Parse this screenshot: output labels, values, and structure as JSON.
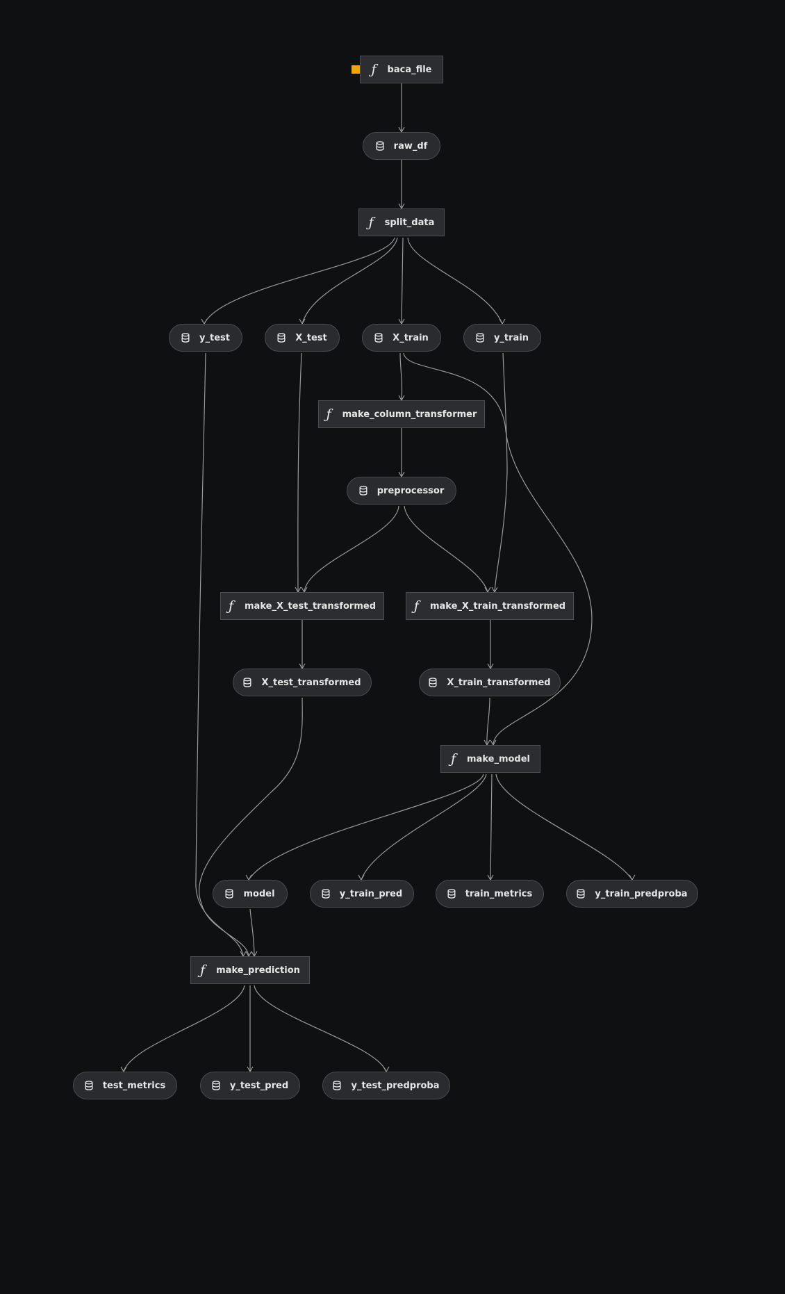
{
  "icons": {
    "function": "function-icon",
    "dataset": "database-icon"
  },
  "colors": {
    "background": "#0f1012",
    "node": "#2c2d30",
    "edge": "#9a9a9a",
    "marker": "#f0a500"
  },
  "nodes": {
    "baca_file": {
      "kind": "function",
      "label": "baca_file",
      "icon": "ƒ"
    },
    "raw_df": {
      "kind": "dataset",
      "label": "raw_df"
    },
    "split_data": {
      "kind": "function",
      "label": "split_data",
      "icon": "ƒ"
    },
    "y_test": {
      "kind": "dataset",
      "label": "y_test"
    },
    "X_test": {
      "kind": "dataset",
      "label": "X_test"
    },
    "X_train": {
      "kind": "dataset",
      "label": "X_train"
    },
    "y_train": {
      "kind": "dataset",
      "label": "y_train"
    },
    "make_column_transformer": {
      "kind": "function",
      "label": "make_column_transformer",
      "icon": "ƒ"
    },
    "preprocessor": {
      "kind": "dataset",
      "label": "preprocessor"
    },
    "make_X_test_transformed": {
      "kind": "function",
      "label": "make_X_test_transformed",
      "icon": "ƒ"
    },
    "make_X_train_transformed": {
      "kind": "function",
      "label": "make_X_train_transformed",
      "icon": "ƒ"
    },
    "X_test_transformed": {
      "kind": "dataset",
      "label": "X_test_transformed"
    },
    "X_train_transformed": {
      "kind": "dataset",
      "label": "X_train_transformed"
    },
    "make_model": {
      "kind": "function",
      "label": "make_model",
      "icon": "ƒ"
    },
    "model": {
      "kind": "dataset",
      "label": "model"
    },
    "y_train_pred": {
      "kind": "dataset",
      "label": "y_train_pred"
    },
    "train_metrics": {
      "kind": "dataset",
      "label": "train_metrics"
    },
    "y_train_predproba": {
      "kind": "dataset",
      "label": "y_train_predproba"
    },
    "make_prediction": {
      "kind": "function",
      "label": "make_prediction",
      "icon": "ƒ"
    },
    "test_metrics": {
      "kind": "dataset",
      "label": "test_metrics"
    },
    "y_test_pred": {
      "kind": "dataset",
      "label": "y_test_pred"
    },
    "y_test_predproba": {
      "kind": "dataset",
      "label": "y_test_predproba"
    }
  },
  "edges": [
    [
      "baca_file",
      "raw_df"
    ],
    [
      "raw_df",
      "split_data"
    ],
    [
      "split_data",
      "y_test"
    ],
    [
      "split_data",
      "X_test"
    ],
    [
      "split_data",
      "X_train"
    ],
    [
      "split_data",
      "y_train"
    ],
    [
      "X_train",
      "make_column_transformer"
    ],
    [
      "X_train",
      "make_model"
    ],
    [
      "make_column_transformer",
      "preprocessor"
    ],
    [
      "preprocessor",
      "make_X_test_transformed"
    ],
    [
      "preprocessor",
      "make_X_train_transformed"
    ],
    [
      "X_test",
      "make_X_test_transformed"
    ],
    [
      "y_train",
      "make_X_train_transformed"
    ],
    [
      "make_X_test_transformed",
      "X_test_transformed"
    ],
    [
      "make_X_train_transformed",
      "X_train_transformed"
    ],
    [
      "X_train_transformed",
      "make_model"
    ],
    [
      "make_model",
      "model"
    ],
    [
      "make_model",
      "y_train_pred"
    ],
    [
      "make_model",
      "train_metrics"
    ],
    [
      "make_model",
      "y_train_predproba"
    ],
    [
      "y_test",
      "make_prediction"
    ],
    [
      "X_test_transformed",
      "make_prediction"
    ],
    [
      "model",
      "make_prediction"
    ],
    [
      "make_prediction",
      "test_metrics"
    ],
    [
      "make_prediction",
      "y_test_pred"
    ],
    [
      "make_prediction",
      "y_test_predproba"
    ]
  ]
}
